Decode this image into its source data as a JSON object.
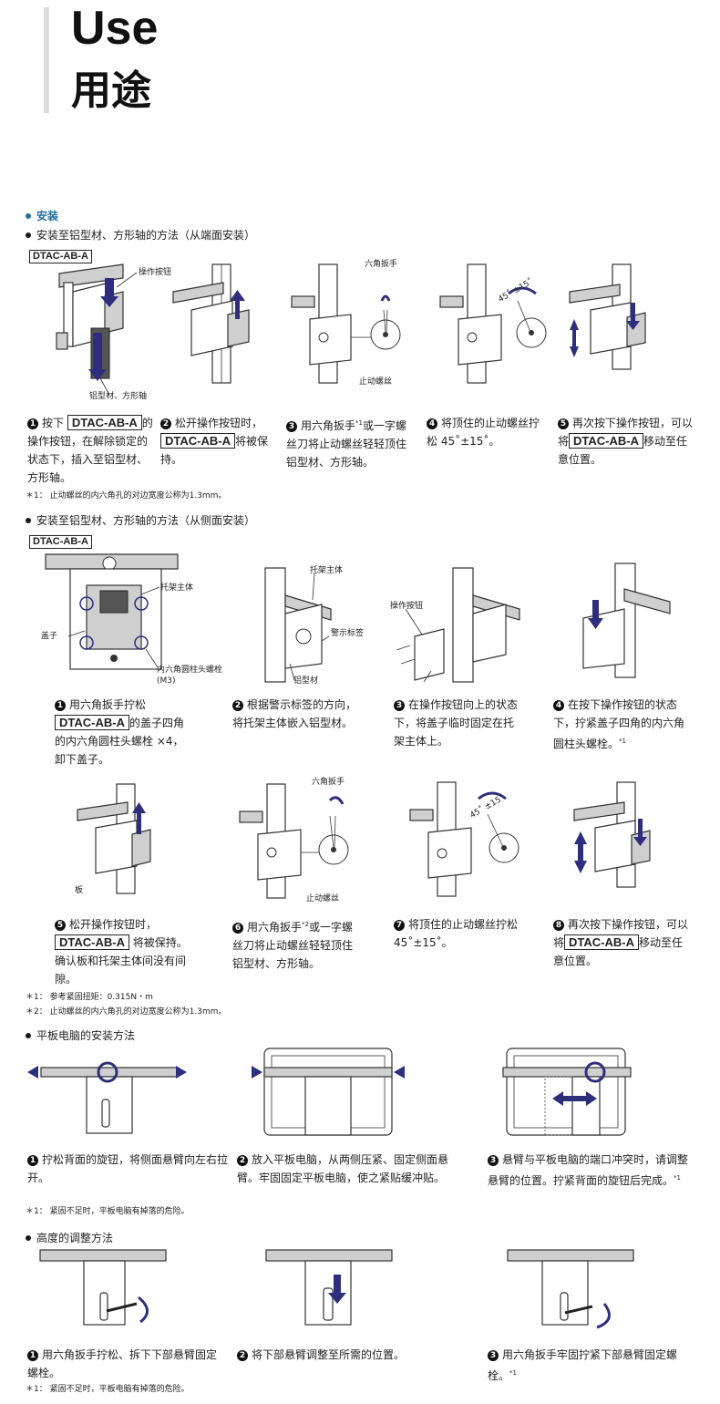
{
  "header": {
    "title_en": "Use",
    "title_zh": "用途"
  },
  "install": {
    "heading": "安装"
  },
  "s1": {
    "heading": "安装至铝型材、方形轴的方法（从端面安装）",
    "product": "DTAC-AB-A",
    "labels": {
      "button": "操作按钮",
      "profile": "铝型材、方形轴",
      "hex": "六角扳手",
      "screw": "止动螺丝",
      "angle": "45˚ ±15˚"
    },
    "steps": [
      {
        "num": "1",
        "pre": "按下",
        "tag": "DTAC-AB-A",
        "post": "的操作按钮，在解除锁定的状态下，插入至铝型材、方形轴。"
      },
      {
        "num": "2",
        "pre": "松开操作按钮时，",
        "tag": "DTAC-AB-A",
        "post": "将被保持。"
      },
      {
        "num": "3",
        "pre": "用六角扳手",
        "sup": "*1",
        "post": "或一字螺丝刀将止动螺丝轻轻顶住铝型材、方形轴。"
      },
      {
        "num": "4",
        "pre": "将顶住的止动螺丝拧松 45˚±15˚。"
      },
      {
        "num": "5",
        "pre": "再次按下操作按钮，可以将",
        "tag": "DTAC-AB-A",
        "post": "移动至任意位置。"
      }
    ],
    "note": "＊1：  止动螺丝的内六角孔的对边宽度公称为1.3mm。"
  },
  "s2": {
    "heading": "安装至铝型材、方形轴的方法（从侧面安装）",
    "product": "DTAC-AB-A",
    "labels": {
      "body": "托架主体",
      "cover": "盖子",
      "bolt": "内六角圆柱头螺栓",
      "bolt2": "(M3)",
      "warn": "警示标签",
      "profile": "铝型材",
      "button": "操作按钮",
      "plate": "板",
      "hex": "六角扳手",
      "screw": "止动螺丝",
      "angle": "45˚ ±15˚",
      "body2": "托架主体"
    },
    "steps": [
      {
        "num": "1",
        "pre": "用六角扳手拧松",
        "tag": "DTAC-AB-A",
        "post": "的盖子四角的内六角圆柱头螺栓 ×4，卸下盖子。"
      },
      {
        "num": "2",
        "pre": "根据警示标签的方向，将托架主体嵌入铝型材。"
      },
      {
        "num": "3",
        "pre": "在操作按钮向上的状态下，将盖子临时固定在托架主体上。"
      },
      {
        "num": "4",
        "pre": "在按下操作按钮的状态下，拧紧盖子四角的内六角圆柱头螺栓。",
        "sup": "*1"
      },
      {
        "num": "5",
        "pre": "松开操作按钮时，",
        "tag": "DTAC-AB-A",
        "post": "将被保持。确认板和托架主体间没有间隙。"
      },
      {
        "num": "6",
        "pre": "用六角扳手",
        "sup": "*2",
        "post": "或一字螺丝刀将止动螺丝轻轻顶住铝型材、方形轴。"
      },
      {
        "num": "7",
        "pre": "将顶住的止动螺丝拧松 45˚±15˚。"
      },
      {
        "num": "8",
        "pre": "再次按下操作按钮，可以将",
        "tag": "DTAC-AB-A",
        "post": "移动至任意位置。"
      }
    ],
    "note1": "＊1：  参考紧固扭矩：0.315N・m",
    "note2": "＊2：  止动螺丝的内六角孔的对边宽度公称为1.3mm。"
  },
  "s3": {
    "heading": "平板电脑的安装方法",
    "steps": [
      {
        "num": "1",
        "pre": "拧松背面的旋钮，将侧面悬臂向左右拉开。"
      },
      {
        "num": "2",
        "pre": "放入平板电脑，从两侧压紧、固定侧面悬臂。牢固固定平板电脑，使之紧贴缓冲贴。"
      },
      {
        "num": "3",
        "pre": "悬臂与平板电脑的端口冲突时，请调整悬臂的位置。拧紧背面的旋钮后完成。",
        "sup": "*1"
      }
    ],
    "note": "＊1：  紧固不足时，平板电脑有掉落的危险。"
  },
  "s4": {
    "heading": "高度的调整方法",
    "steps": [
      {
        "num": "1",
        "pre": "用六角扳手拧松、拆下下部悬臂固定螺栓。"
      },
      {
        "num": "2",
        "pre": "将下部悬臂调整至所需的位置。"
      },
      {
        "num": "3",
        "pre": "用六角扳手牢固拧紧下部悬臂固定螺栓。",
        "sup": "*1"
      }
    ],
    "note": "＊1：  紧固不足时，平板电脑有掉落的危险。"
  },
  "colors": {
    "accent": "#1f6fa3",
    "arrow": "#2e2f7c"
  }
}
